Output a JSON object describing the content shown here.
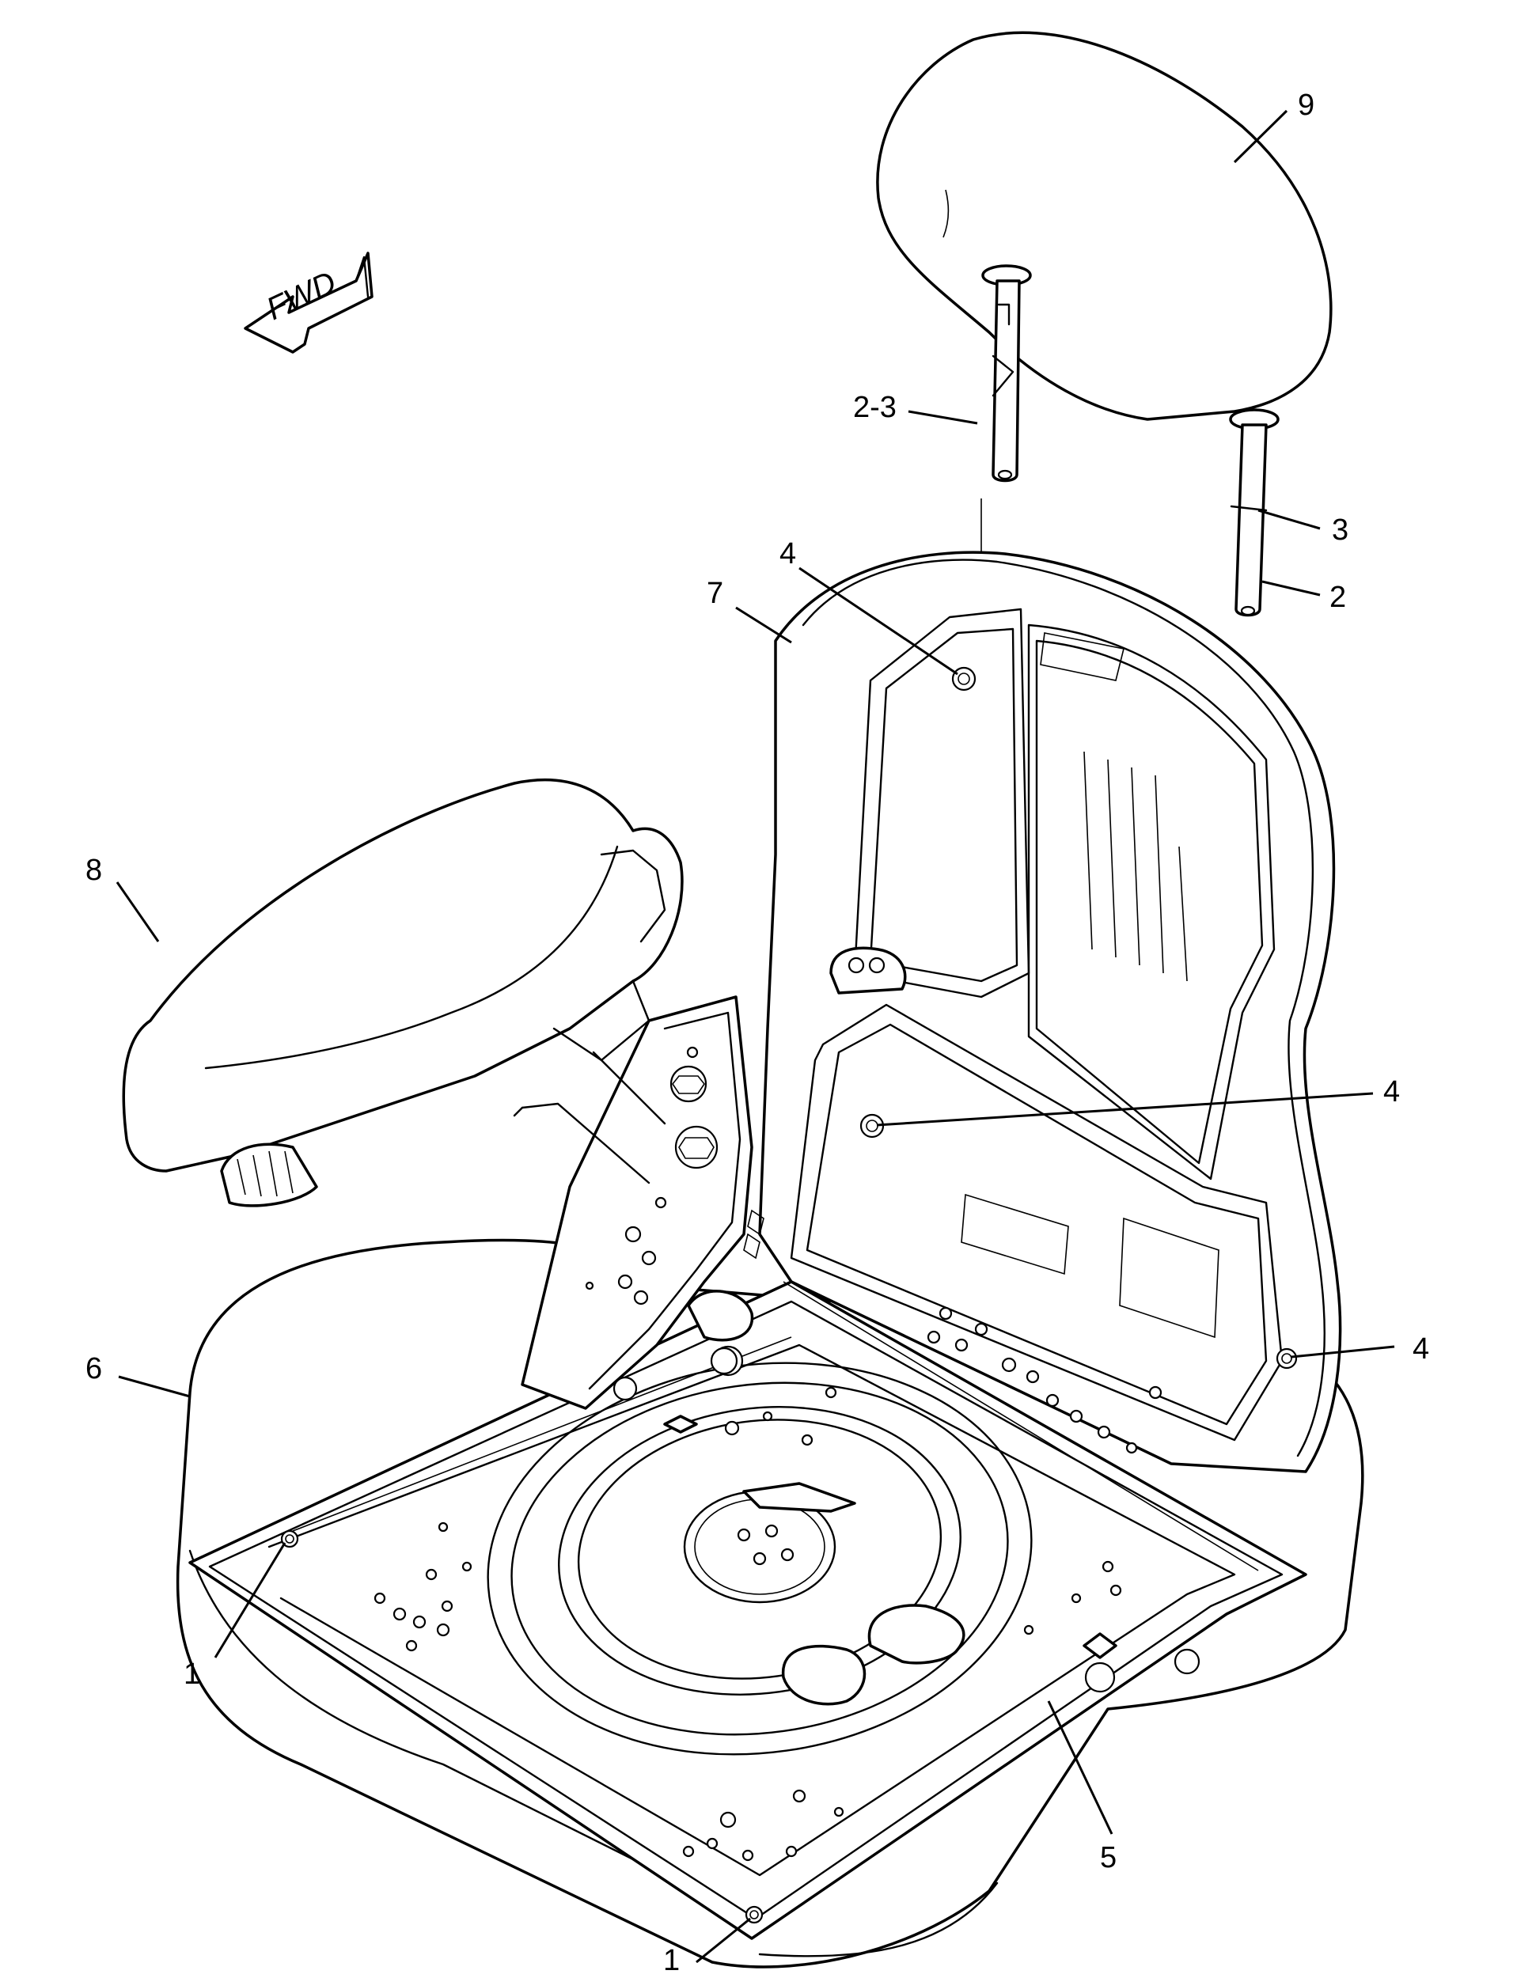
{
  "direction_indicator": {
    "label": "FWD"
  },
  "callouts": [
    {
      "id": "callout-9",
      "label": "9"
    },
    {
      "id": "callout-2-3",
      "label": "2-3"
    },
    {
      "id": "callout-3",
      "label": "3"
    },
    {
      "id": "callout-2",
      "label": "2"
    },
    {
      "id": "callout-4-top",
      "label": "4"
    },
    {
      "id": "callout-7",
      "label": "7"
    },
    {
      "id": "callout-8",
      "label": "8"
    },
    {
      "id": "callout-4-mid",
      "label": "4"
    },
    {
      "id": "callout-6",
      "label": "6"
    },
    {
      "id": "callout-4-right",
      "label": "4"
    },
    {
      "id": "callout-1-left",
      "label": "1"
    },
    {
      "id": "callout-5",
      "label": "5"
    },
    {
      "id": "callout-1-bottom",
      "label": "1"
    }
  ]
}
